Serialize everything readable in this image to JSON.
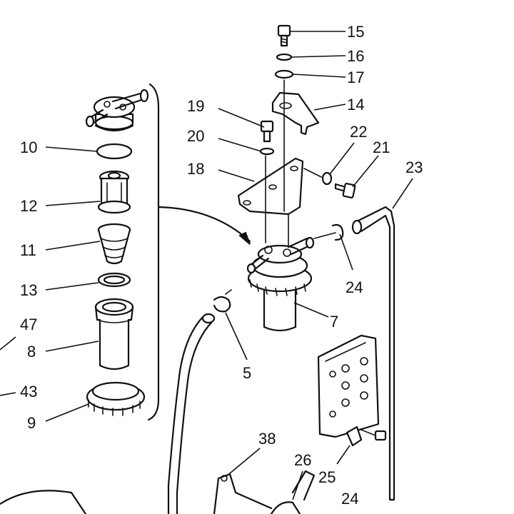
{
  "callouts": [
    {
      "id": "c15",
      "label": "15"
    },
    {
      "id": "c16",
      "label": "16"
    },
    {
      "id": "c17",
      "label": "17"
    },
    {
      "id": "c14",
      "label": "14"
    },
    {
      "id": "c19",
      "label": "19"
    },
    {
      "id": "c20",
      "label": "20"
    },
    {
      "id": "c22",
      "label": "22"
    },
    {
      "id": "c21",
      "label": "21"
    },
    {
      "id": "c18",
      "label": "18"
    },
    {
      "id": "c23",
      "label": "23"
    },
    {
      "id": "c10",
      "label": "10"
    },
    {
      "id": "c12",
      "label": "12"
    },
    {
      "id": "c11",
      "label": "11"
    },
    {
      "id": "c13",
      "label": "13"
    },
    {
      "id": "c47",
      "label": "47"
    },
    {
      "id": "c8",
      "label": "8"
    },
    {
      "id": "c43",
      "label": "43"
    },
    {
      "id": "c9",
      "label": "9"
    },
    {
      "id": "c24a",
      "label": "24"
    },
    {
      "id": "c7",
      "label": "7"
    },
    {
      "id": "c5",
      "label": "5"
    },
    {
      "id": "c38",
      "label": "38"
    },
    {
      "id": "c26",
      "label": "26"
    },
    {
      "id": "c25",
      "label": "25"
    },
    {
      "id": "c24b",
      "label": "24"
    }
  ]
}
